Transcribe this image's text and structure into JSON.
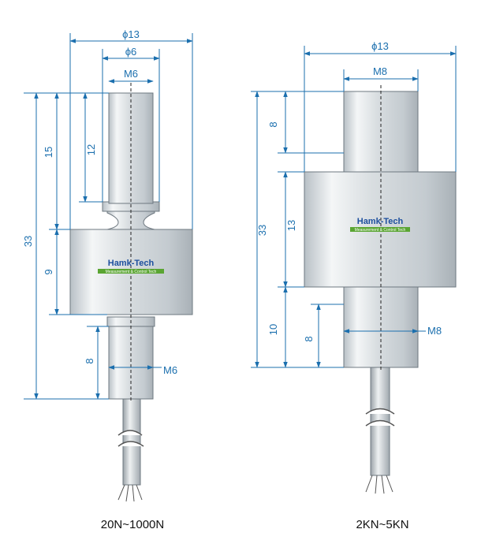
{
  "left_sensor": {
    "caption": "20N~1000N",
    "dims": {
      "outer_dia": "ϕ13",
      "stud_dia": "ϕ6",
      "top_thread": "M6",
      "bottom_thread": "M6",
      "total_length": "33",
      "upper_length": "15",
      "thread_length": "12",
      "body_length": "9",
      "lower_length": "8"
    },
    "logo": "Hamk-Tech",
    "logo_tag": "Measurement & Control Tech"
  },
  "right_sensor": {
    "caption": "2KN~5KN",
    "dims": {
      "outer_dia": "ϕ13",
      "top_thread": "M8",
      "bottom_thread": "M8",
      "total_length": "33",
      "top_length": "8",
      "body_length": "13",
      "lower_length": "10",
      "thread_length": "8"
    },
    "logo": "Hamk-Tech",
    "logo_tag": "Measurement & Control Tech"
  },
  "colors": {
    "dimension": "#1b6fae",
    "logo_text": "#1d4f9e",
    "logo_bar": "#5aa532",
    "metal": "#c9d0d5"
  }
}
